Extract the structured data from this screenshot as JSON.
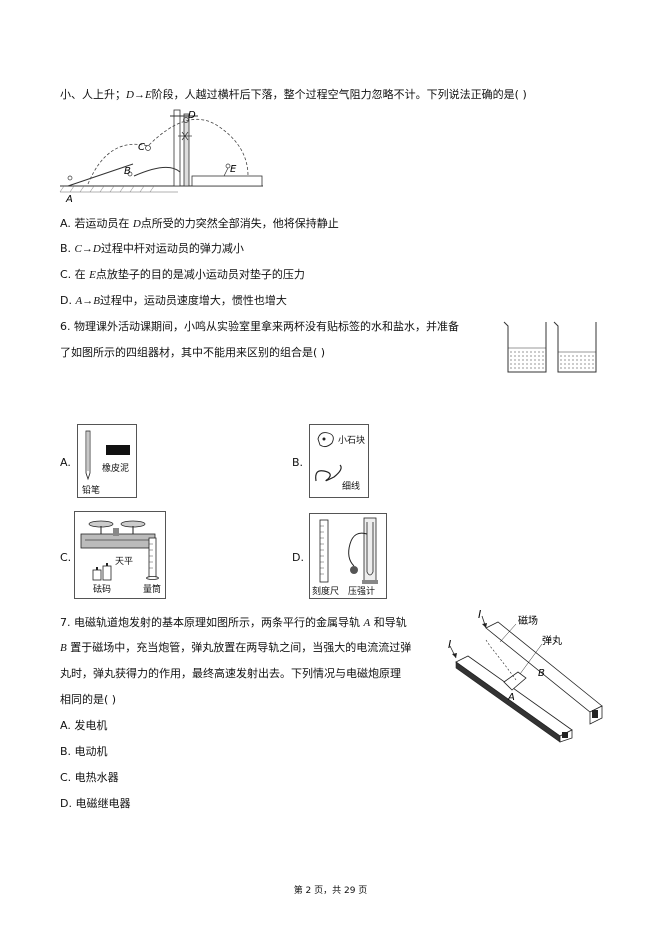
{
  "q5": {
    "stem_a": "小、人上升；",
    "stem_b": "D→E",
    "stem_c": "阶段，人越过横杆后下落，整个过程空气阻力忽略不计。下列说法正确的是(     )",
    "figure_labels": {
      "A": "A",
      "B": "B",
      "C": "C",
      "D": "D",
      "E": "E"
    },
    "options": [
      {
        "prefix": "A. 若运动员在 ",
        "var": "D",
        "text": "点所受的力突然全部消失，他将保持静止"
      },
      {
        "prefix": "B. ",
        "var": "C→D",
        "text": "过程中杆对运动员的弹力减小"
      },
      {
        "prefix": "C. 在 ",
        "var": "E",
        "text": "点放垫子的目的是减小运动员对垫子的压力"
      },
      {
        "prefix": "D. ",
        "var": "A→B",
        "text": "过程中，运动员速度增大，惯性也增大"
      }
    ]
  },
  "q6": {
    "line1": "6. 物理课外活动课期间，小鸣从实验室里拿来两杯没有贴标签的水和盐水，并准备",
    "line2": "了如图所示的四组器材，其中不能用来区别的组合是(     )",
    "options": [
      {
        "letter": "A.",
        "items": [
          "铅笔",
          "橡皮泥"
        ]
      },
      {
        "letter": "B.",
        "items": [
          "小石块",
          "细线"
        ]
      },
      {
        "letter": "C.",
        "items": [
          "天平",
          "砝码",
          "量筒"
        ]
      },
      {
        "letter": "D.",
        "items": [
          "刻度尺",
          "压强计"
        ]
      }
    ]
  },
  "q7": {
    "line1_a": "7. 电磁轨道炮发射的基本原理如图所示，两条平行的金属导轨 ",
    "line1_var": "A",
    "line1_b": " 和导轨",
    "line2_var": "B",
    "line2_b": " 置于磁场中，充当炮管，弹丸放置在两导轨之间，当强大的电流流过弹",
    "line3": "丸时，弹丸获得力的作用，最终高速发射出去。下列情况与电磁炮原理",
    "line4": "相同的是(     )",
    "figure_labels": {
      "field": "磁场",
      "bullet": "弹丸",
      "I": "I",
      "A": "A",
      "B": "B"
    },
    "options": [
      "A. 发电机",
      "B. 电动机",
      "C. 电热水器",
      "D. 电磁继电器"
    ]
  },
  "footer": "第 2 页，共 29 页"
}
